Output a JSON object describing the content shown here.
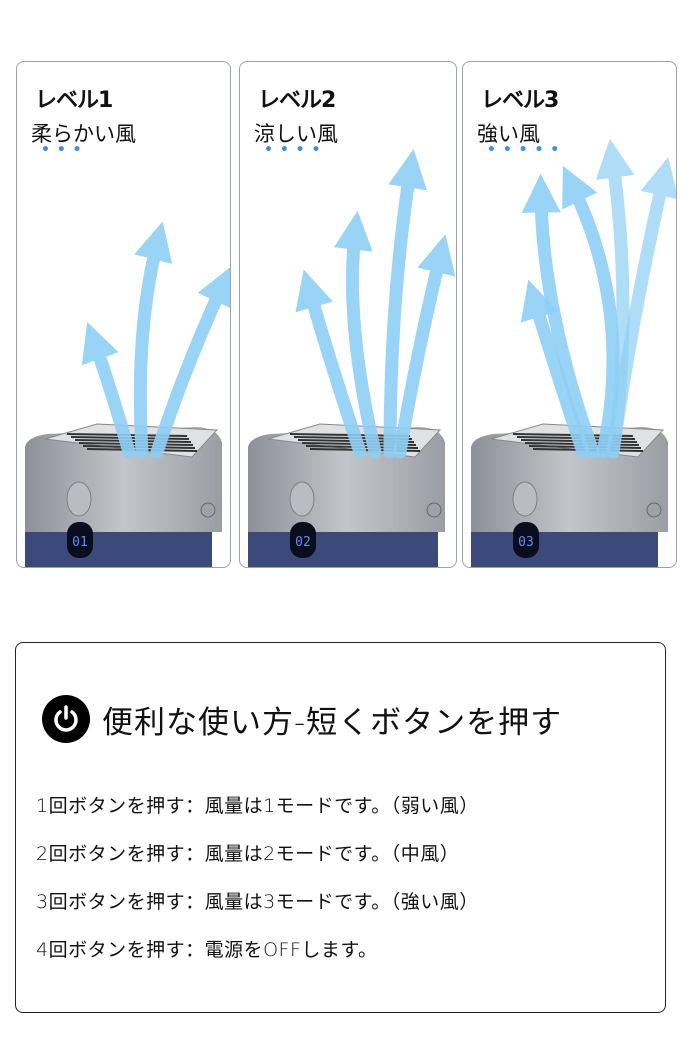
{
  "levels": [
    {
      "title": "レベル1",
      "subtitle": "柔らかい風",
      "dots": "• • •",
      "display": "01"
    },
    {
      "title": "レベル2",
      "subtitle": "涼しい風",
      "dots": "• • • •",
      "display": "02"
    },
    {
      "title": "レベル3",
      "subtitle": "強い風",
      "dots": "• • • • •",
      "display": "03"
    }
  ],
  "usage": {
    "title": "便利な使い方-短くボタンを押す",
    "lines": [
      "1回ボタンを押す：風量は1モードです。（弱い風）",
      "2回ボタンを押す：風量は2モードです。（中風）",
      "3回ボタンを押す：風量は3モードです。（強い風）",
      "4回ボタンを押す：電源をOFFします。"
    ]
  },
  "colors": {
    "arrow": "#8ecff5",
    "dots": "#3e8ee8",
    "body": "#a7abb0",
    "base": "#3b4a7a"
  }
}
